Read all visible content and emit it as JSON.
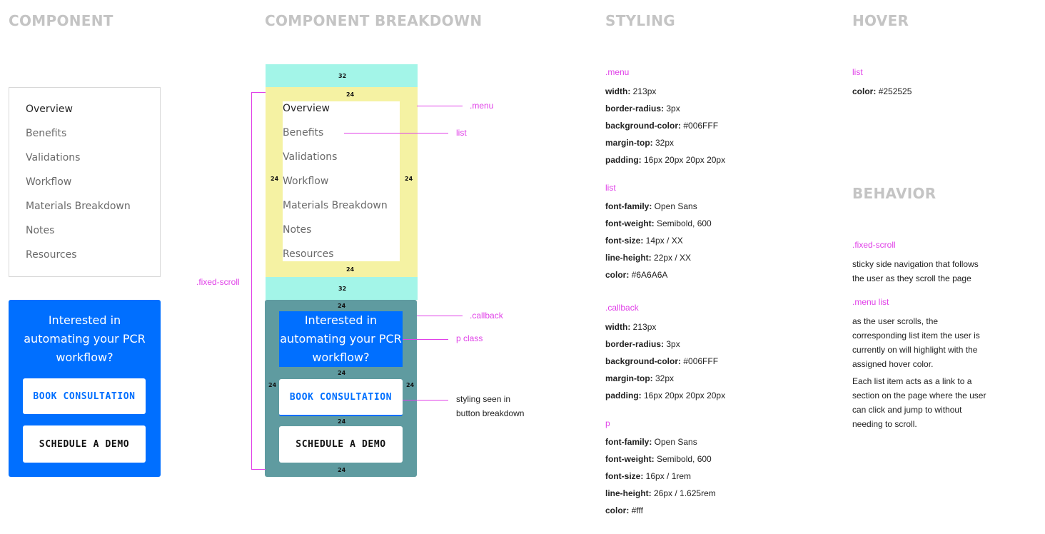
{
  "headings": {
    "component": "COMPONENT",
    "breakdown": "COMPONENT BREAKDOWN",
    "styling": "STYLING",
    "hover": "HOVER",
    "behavior": "BEHAVIOR"
  },
  "menu": {
    "items": [
      "Overview",
      "Benefits",
      "Validations",
      "Workflow",
      "Materials Breakdown",
      "Notes",
      "Resources"
    ],
    "active_index": 0
  },
  "callback": {
    "text": "Interested in automating your PCR workflow?",
    "book_label": "BOOK CONSULTATION",
    "demo_label": "SCHEDULE A DEMO"
  },
  "spacing": {
    "margin_top": "32",
    "menu_top": "24",
    "menu_left": "24",
    "menu_right": "24",
    "menu_bottom": "24",
    "gap_mid": "32",
    "cb_top": "24",
    "cb_after_text": "24",
    "cb_left": "24",
    "cb_right": "24",
    "cb_between": "24",
    "cb_bottom": "24"
  },
  "annotations": {
    "menu": ".menu",
    "list": "list",
    "fixed_scroll": ".fixed-scroll",
    "callback": ".callback",
    "p_class": "p class",
    "styling_note_1": "styling seen in",
    "styling_note_2": "button breakdown"
  },
  "styling": {
    "menu": {
      "label": ".menu",
      "lines": [
        {
          "k": "width:",
          "v": "213px"
        },
        {
          "k": "border-radius:",
          "v": "3px"
        },
        {
          "k": "background-color:",
          "v": "#006FFF"
        },
        {
          "k": "margin-top:",
          "v": "32px"
        },
        {
          "k": "padding:",
          "v": "16px 20px 20px 20px"
        }
      ]
    },
    "list": {
      "label": "list",
      "lines": [
        {
          "k": "font-family:",
          "v": "Open Sans"
        },
        {
          "k": "font-weight:",
          "v": "Semibold, 600"
        },
        {
          "k": "font-size:",
          "v": "14px / XX"
        },
        {
          "k": "line-height:",
          "v": "22px / XX"
        },
        {
          "k": "color:",
          "v": "#6A6A6A"
        }
      ]
    },
    "callback": {
      "label": ".callback",
      "lines": [
        {
          "k": "width:",
          "v": "213px"
        },
        {
          "k": "border-radius:",
          "v": "3px"
        },
        {
          "k": "background-color:",
          "v": "#006FFF"
        },
        {
          "k": "margin-top:",
          "v": "32px"
        },
        {
          "k": "padding:",
          "v": "16px 20px 20px 20px"
        }
      ]
    },
    "p": {
      "label": "p",
      "lines": [
        {
          "k": "font-family:",
          "v": "Open Sans"
        },
        {
          "k": "font-weight:",
          "v": "Semibold, 600"
        },
        {
          "k": "font-size:",
          "v": "16px / 1rem"
        },
        {
          "k": "line-height:",
          "v": "26px / 1.625rem"
        },
        {
          "k": "color:",
          "v": "#fff"
        }
      ]
    }
  },
  "hover": {
    "label": "list",
    "key": "color:",
    "value": "#252525"
  },
  "behavior": {
    "fixed_label": ".fixed-scroll",
    "fixed_desc": "sticky side navigation that follows the user as they scroll the page",
    "menu_list_label": ".menu list",
    "menu_list_desc": "as the user scrolls, the corresponding list item the user is currently on will highlight with the assigned hover color.",
    "menu_list_desc2": "Each list item acts as a link to a section on the page where the user can click and jump to without needing to scroll."
  },
  "colors": {
    "blue": "#006FFF",
    "teal_band": "#A3F5E8",
    "yellow_pad": "#F5F2A3",
    "slate": "#5F9BA0",
    "pink": "#E040E8"
  }
}
